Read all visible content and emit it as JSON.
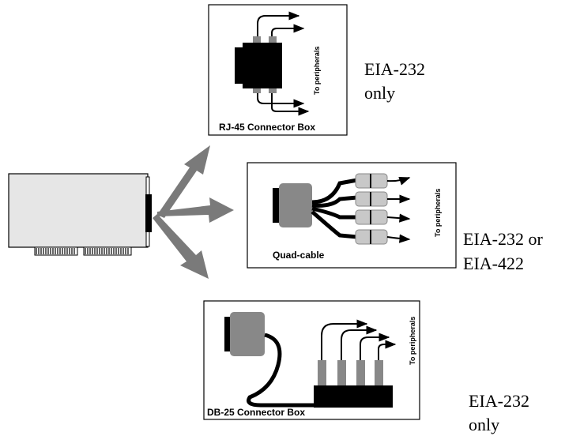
{
  "panels": {
    "rj45": {
      "caption": "RJ-45 Connector Box",
      "side_label": "To peripherals",
      "note_line1": "EIA-232",
      "note_line2": "only"
    },
    "quad": {
      "caption": "Quad-cable",
      "side_label": "To peripherals",
      "note_line1": "EIA-232 or",
      "note_line2": "EIA-422"
    },
    "db25": {
      "caption": "DB-25 Connector Box",
      "side_label": "To peripherals",
      "note_line1": "EIA-232",
      "note_line2": "only"
    }
  },
  "colors": {
    "card": "#e6e6e6",
    "connector_gray": "#888888",
    "plug_light": "#c8c8c8",
    "arrow_gray": "#7a7a7a",
    "box_black": "#000000"
  },
  "icons": {
    "card": "serial-interface-card-icon",
    "arrows": "fan-out-arrows-icon"
  }
}
